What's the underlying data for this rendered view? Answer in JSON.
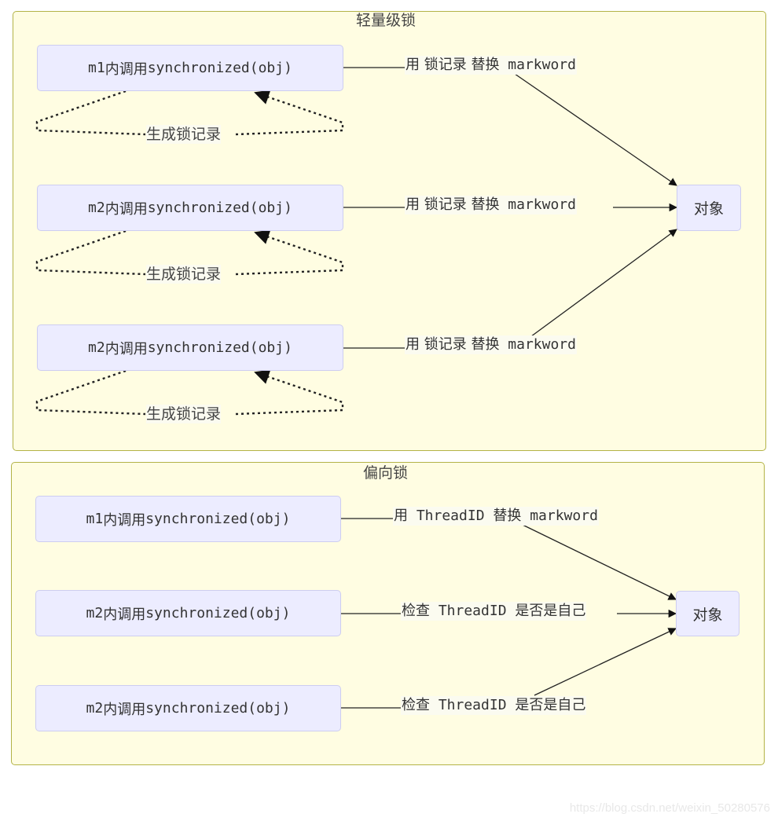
{
  "colors": {
    "cluster_fill": "#fffde2",
    "cluster_border": "#b3b347",
    "node_fill": "#ececff",
    "node_border": "#cdcdf0",
    "edge": "#222222"
  },
  "lightweight": {
    "title": "轻量级锁",
    "nodes": [
      {
        "prefix": "m1",
        "cn": "内调用",
        "code": "synchronized(obj)"
      },
      {
        "prefix": "m2",
        "cn": "内调用",
        "code": "synchronized(obj)"
      },
      {
        "prefix": "m2",
        "cn": "内调用",
        "code": "synchronized(obj)"
      }
    ],
    "edge_labels": [
      {
        "a": "用 锁记录 替换",
        "b": " markword"
      },
      {
        "a": "用 锁记录 替换",
        "b": " markword"
      },
      {
        "a": "用 锁记录 替换",
        "b": " markword"
      }
    ],
    "loop_label": "生成锁记录",
    "target": "对象"
  },
  "biased": {
    "title": "偏向锁",
    "nodes": [
      {
        "prefix": "m1",
        "cn": "内调用",
        "code": "synchronized(obj)"
      },
      {
        "prefix": "m2",
        "cn": "内调用",
        "code": "synchronized(obj)"
      },
      {
        "prefix": "m2",
        "cn": "内调用",
        "code": "synchronized(obj)"
      }
    ],
    "edge_labels": [
      {
        "a": "用",
        "b": " ThreadID ",
        "c": "替换",
        "d": " markword"
      },
      {
        "a": "检查",
        "b": " ThreadID ",
        "c": "是否是自己",
        "d": ""
      },
      {
        "a": "检查",
        "b": " ThreadID ",
        "c": "是否是自己",
        "d": ""
      }
    ],
    "target": "对象"
  },
  "watermark": "https://blog.csdn.net/weixin_50280576"
}
